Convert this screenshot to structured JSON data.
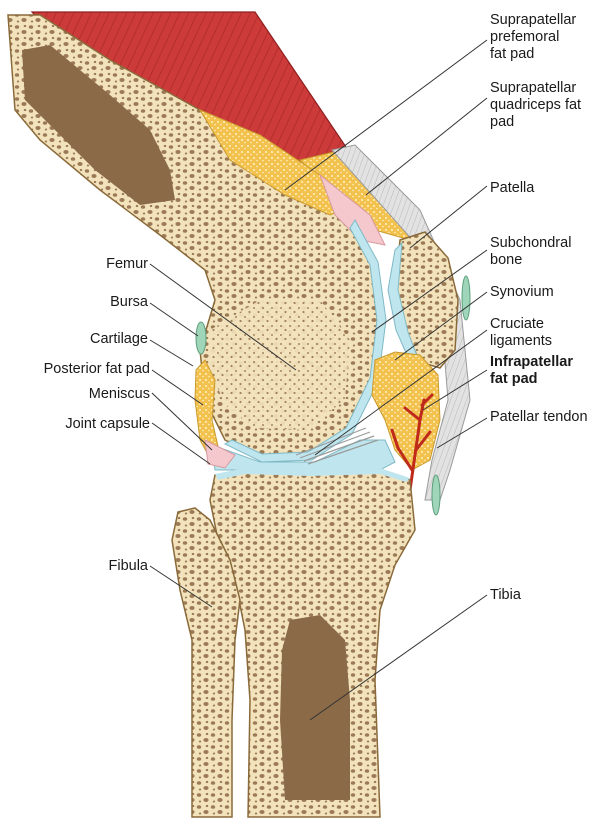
{
  "labels": {
    "suprapatellar_prefemoral": [
      "Suprapatellar",
      "prefemoral",
      "fat pad"
    ],
    "suprapatellar_quadriceps": [
      "Suprapatellar",
      "quadriceps fat",
      "pad"
    ],
    "patella": [
      "Patella"
    ],
    "subchondral_bone": [
      "Subchondral",
      "bone"
    ],
    "synovium": [
      "Synovium"
    ],
    "cruciate_ligaments": [
      "Cruciate",
      "ligaments"
    ],
    "infrapatellar_fat_pad": [
      "Infrapatellar",
      "fat pad"
    ],
    "patellar_tendon": [
      "Patellar tendon"
    ],
    "tibia": [
      "Tibia"
    ],
    "femur": [
      "Femur"
    ],
    "bursa": [
      "Bursa"
    ],
    "cartilage": [
      "Cartilage"
    ],
    "posterior_fat_pad": [
      "Posterior fat pad"
    ],
    "meniscus": [
      "Meniscus"
    ],
    "joint_capsule": [
      "Joint capsule"
    ],
    "fibula": [
      "Fibula"
    ]
  },
  "colors": {
    "bone": "#f3e3bc",
    "bone_outline": "#8a6a3a",
    "marrow": "#8b6a48",
    "pores": "#9b7a55",
    "muscle": "#cc3a3a",
    "fat": "#f2c14e",
    "cartilage": "#bfe6ee",
    "synovium": "#f4c8cc",
    "tendon": "#d9d9d9",
    "vessel": "#c02a1a"
  }
}
